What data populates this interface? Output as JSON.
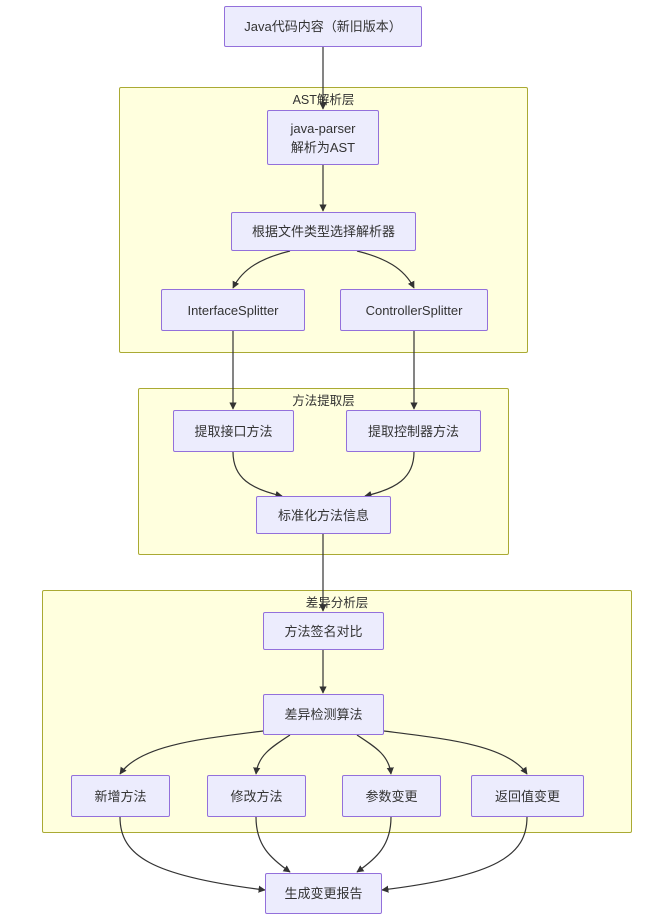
{
  "diagram": {
    "type": "flowchart",
    "direction": "top-down",
    "theme": {
      "node_fill": "#ececfd",
      "node_border": "#9370db",
      "node_text": "#333333",
      "subgraph_fill": "#ffffde",
      "subgraph_border": "#aaaa33",
      "edge_color": "#333333",
      "canvas": "#ffffff"
    },
    "subgraphs": [
      {
        "id": "ast-layer",
        "title": "AST解析层"
      },
      {
        "id": "method-layer",
        "title": "方法提取层"
      },
      {
        "id": "diff-layer",
        "title": "差异分析层"
      }
    ],
    "nodes": [
      {
        "id": "source",
        "lines": [
          "Java代码内容（新旧版本）"
        ]
      },
      {
        "id": "java-parser",
        "lines": [
          "java-parser",
          "解析为AST"
        ]
      },
      {
        "id": "select-parser",
        "lines": [
          "根据文件类型选择解析器"
        ]
      },
      {
        "id": "interface-splitter",
        "lines": [
          "InterfaceSplitter"
        ]
      },
      {
        "id": "controller-splitter",
        "lines": [
          "ControllerSplitter"
        ]
      },
      {
        "id": "extract-interface",
        "lines": [
          "提取接口方法"
        ]
      },
      {
        "id": "extract-controller",
        "lines": [
          "提取控制器方法"
        ]
      },
      {
        "id": "normalize",
        "lines": [
          "标准化方法信息"
        ]
      },
      {
        "id": "signature-compare",
        "lines": [
          "方法签名对比"
        ]
      },
      {
        "id": "diff-algorithm",
        "lines": [
          "差异检测算法"
        ]
      },
      {
        "id": "added-method",
        "lines": [
          "新增方法"
        ]
      },
      {
        "id": "modified-method",
        "lines": [
          "修改方法"
        ]
      },
      {
        "id": "param-change",
        "lines": [
          "参数变更"
        ]
      },
      {
        "id": "return-change",
        "lines": [
          "返回值变更"
        ]
      },
      {
        "id": "report",
        "lines": [
          "生成变更报告"
        ]
      }
    ],
    "edges": [
      {
        "from": "source",
        "to": "java-parser"
      },
      {
        "from": "java-parser",
        "to": "select-parser"
      },
      {
        "from": "select-parser",
        "to": "interface-splitter"
      },
      {
        "from": "select-parser",
        "to": "controller-splitter"
      },
      {
        "from": "interface-splitter",
        "to": "extract-interface"
      },
      {
        "from": "controller-splitter",
        "to": "extract-controller"
      },
      {
        "from": "extract-interface",
        "to": "normalize"
      },
      {
        "from": "extract-controller",
        "to": "normalize"
      },
      {
        "from": "normalize",
        "to": "signature-compare"
      },
      {
        "from": "signature-compare",
        "to": "diff-algorithm"
      },
      {
        "from": "diff-algorithm",
        "to": "added-method"
      },
      {
        "from": "diff-algorithm",
        "to": "modified-method"
      },
      {
        "from": "diff-algorithm",
        "to": "param-change"
      },
      {
        "from": "diff-algorithm",
        "to": "return-change"
      },
      {
        "from": "added-method",
        "to": "report"
      },
      {
        "from": "modified-method",
        "to": "report"
      },
      {
        "from": "param-change",
        "to": "report"
      },
      {
        "from": "return-change",
        "to": "report"
      }
    ]
  }
}
